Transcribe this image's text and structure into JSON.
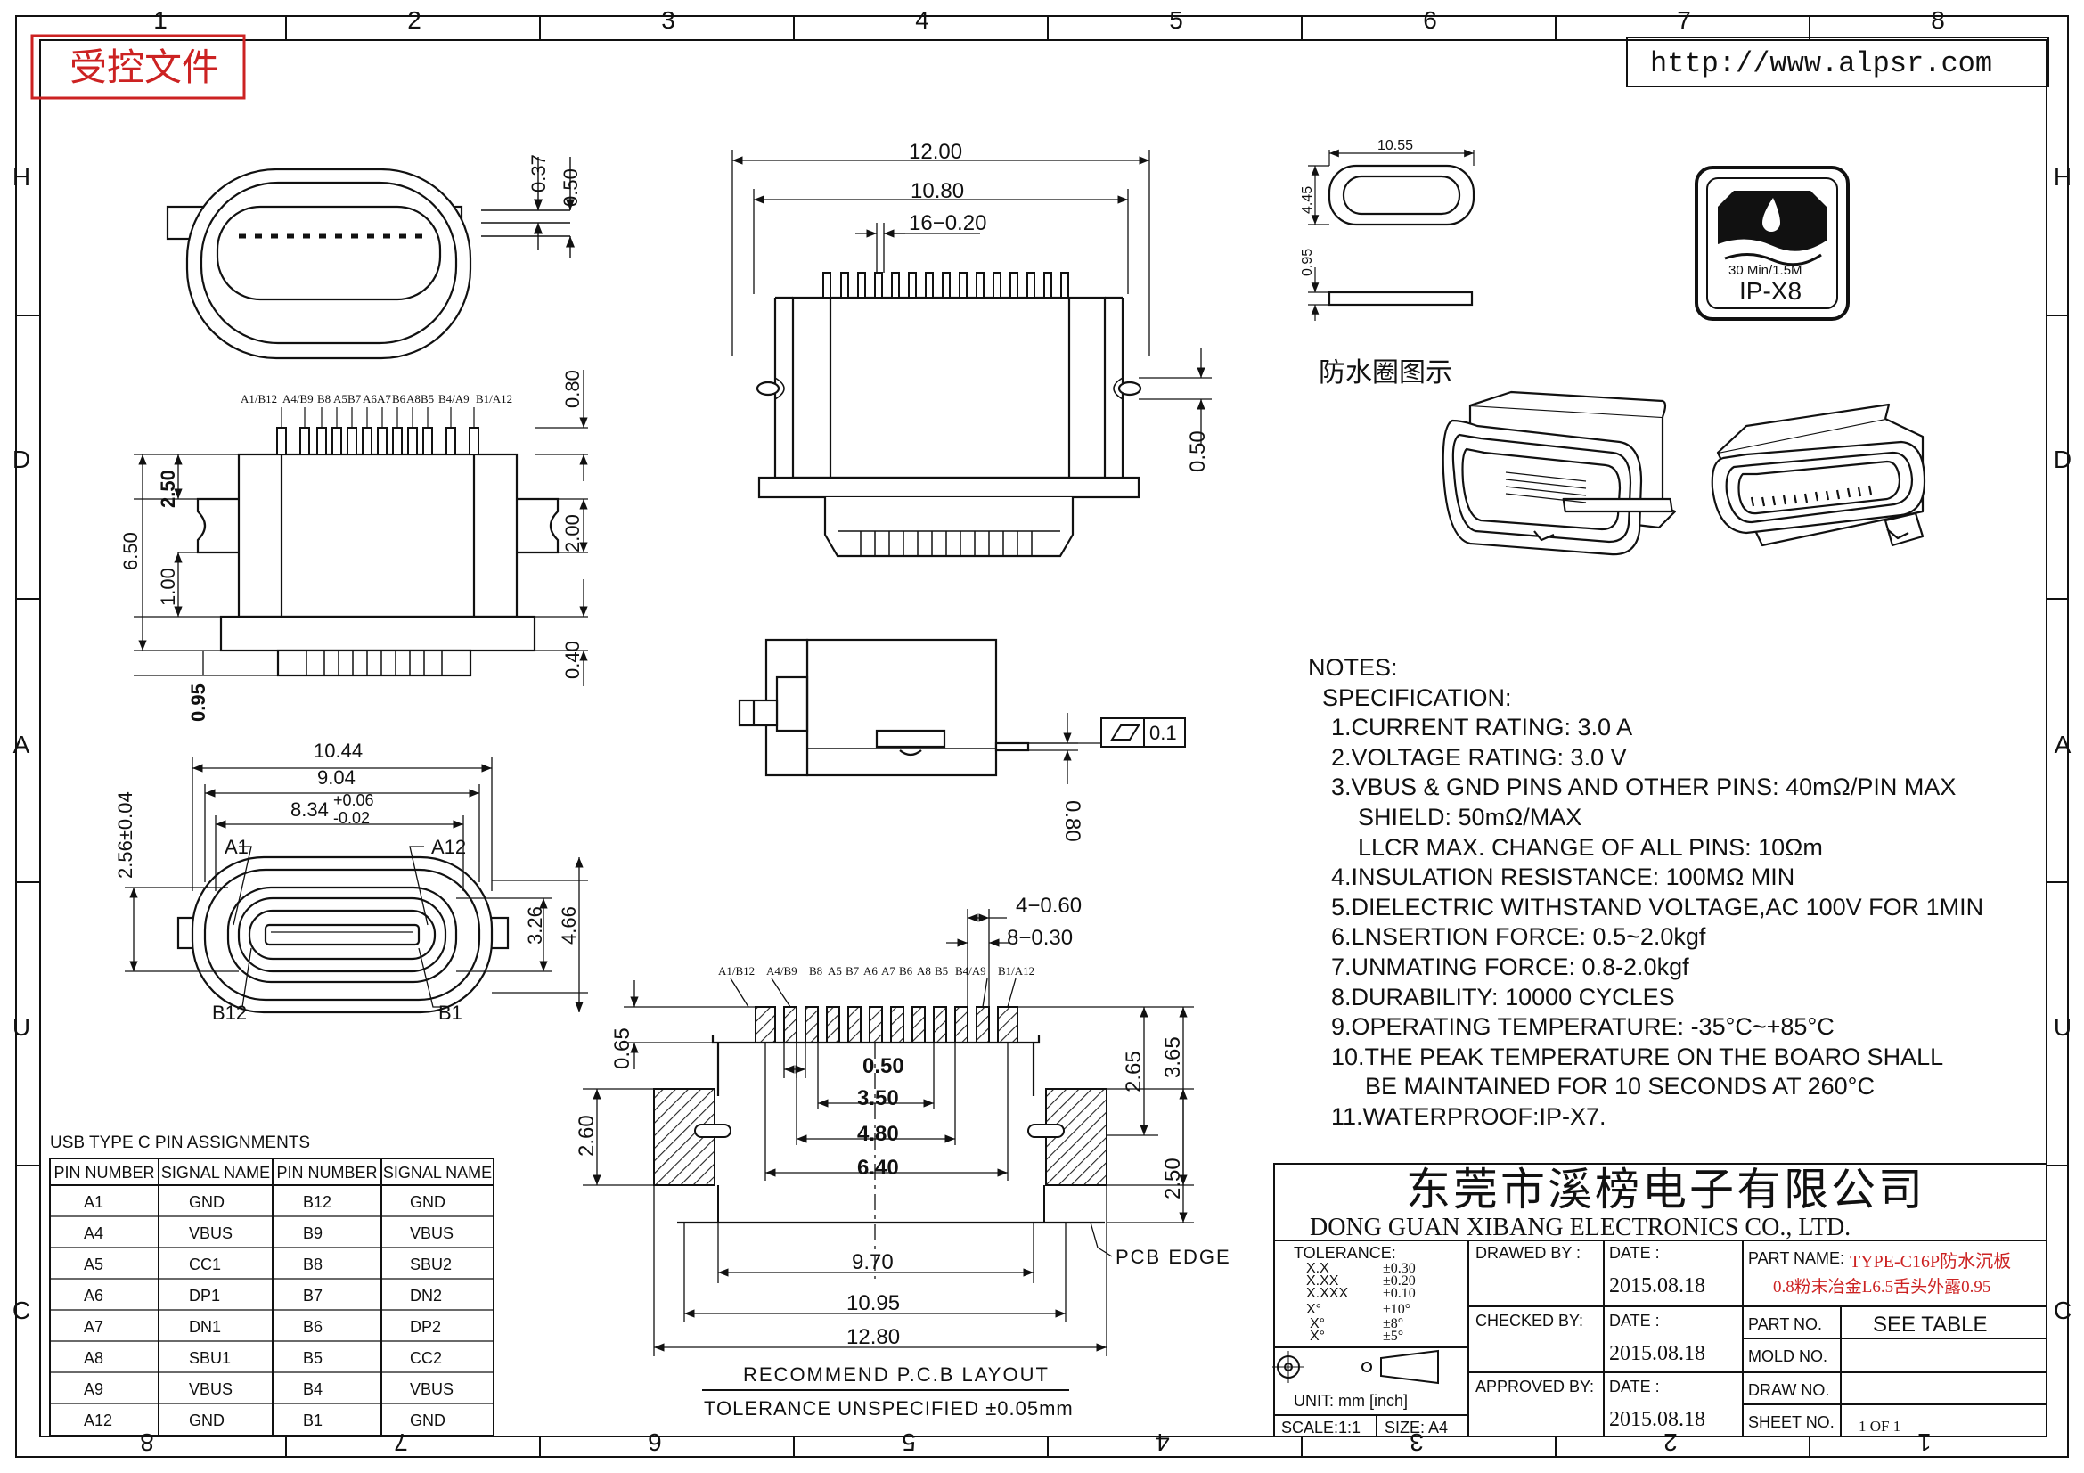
{
  "header": {
    "controlled_doc": "受控文件",
    "url": "http://www.alpsr.com"
  },
  "grid": {
    "cols_top": [
      "1",
      "2",
      "3",
      "4",
      "5",
      "6",
      "7",
      "8"
    ],
    "cols_bottom": [
      "8",
      "7",
      "6",
      "5",
      "4",
      "3",
      "2",
      "1"
    ],
    "rows": [
      "H",
      "D",
      "A",
      "U",
      "C"
    ]
  },
  "top_view": {
    "dims": [
      "0.37",
      "0.50"
    ]
  },
  "pin_header": {
    "labels": [
      "A1/B12",
      "A4/B9",
      "B8",
      "A5",
      "B7",
      "A6",
      "A7",
      "B6",
      "A8",
      "B5",
      "B4/A9",
      "B1/A12"
    ],
    "dims": {
      "d250": "2.50",
      "d650": "6.50",
      "d100": "1.00",
      "d095": "0.95",
      "d080": "0.80",
      "d200": "2.00",
      "d040": "0.40"
    }
  },
  "front_view": {
    "dims": {
      "w1044": "10.44",
      "w904": "9.04",
      "w834": "8.34",
      "tol_plus": "+0.06",
      "tol_minus": "-0.02",
      "h256": "2.56±0.04",
      "h326": "3.26",
      "h466": "4.66"
    },
    "labels": {
      "a1": "A1",
      "a12": "A12",
      "b12": "B12",
      "b1": "B1"
    }
  },
  "side_view": {
    "dims": {
      "w1200": "12.00",
      "w1080": "10.80",
      "pitch": "16−0.20",
      "d050": "0.50"
    }
  },
  "profile_view": {
    "flatness": "0.1",
    "d080": "0.80"
  },
  "pcb_layout": {
    "dims": {
      "p460": "4−0.60",
      "p830": "8−0.30",
      "h065": "0.65",
      "h265": "2.65",
      "h365": "3.65",
      "h260": "2.60",
      "h250": "2.50",
      "w050": "0.50",
      "w350": "3.50",
      "w480": "4.80",
      "w640": "6.40",
      "w970": "9.70",
      "w1095": "10.95",
      "w1280": "12.80"
    },
    "pcb_edge": "PCB EDGE",
    "title": "RECOMMEND P.C.B LAYOUT",
    "tolerance": "TOLERANCE UNSPECIFIED ±0.05mm"
  },
  "gasket": {
    "w": "10.55",
    "h": "4.45",
    "t": "0.95",
    "caption": "防水圈图示"
  },
  "ip_badge": {
    "line1": "30 Min/1.5M",
    "line2": "IP-X8"
  },
  "notes": {
    "title": "NOTES:",
    "spec": "SPECIFICATION:",
    "items": [
      "1.CURRENT RATING: 3.0 A",
      "2.VOLTAGE RATING: 3.0 V",
      "3.VBUS & GND PINS AND OTHER PINS: 40mΩ/PIN MAX",
      "SHIELD: 50mΩ/MAX",
      "LLCR MAX. CHANGE OF ALL PINS: 10Ωm",
      "4.INSULATION RESISTANCE:  100MΩ MIN",
      "5.DIELECTRIC WITHSTAND VOLTAGE,AC 100V FOR 1MIN",
      "6.LNSERTION FORCE: 0.5~2.0kgf",
      "7.UNMATING FORCE: 0.8-2.0kgf",
      "8.DURABILITY: 10000 CYCLES",
      "9.OPERATING TEMPERATURE: -35°C~+85°C",
      "10.THE PEAK TEMPERATURE ON THE BOARO SHALL",
      "BE MAINTAINED FOR 10 SECONDS AT 260°C",
      "11.WATERPROOF:IP-X7."
    ]
  },
  "pin_table": {
    "title": "USB TYPE C PIN ASSIGNMENTS",
    "headers": [
      "PIN NUMBER",
      "SIGNAL NAME",
      "PIN NUMBER",
      "SIGNAL NAME"
    ],
    "rows": [
      [
        "A1",
        "GND",
        "B12",
        "GND"
      ],
      [
        "A4",
        "VBUS",
        "B9",
        "VBUS"
      ],
      [
        "A5",
        "CC1",
        "B8",
        "SBU2"
      ],
      [
        "A6",
        "DP1",
        "B7",
        "DN2"
      ],
      [
        "A7",
        "DN1",
        "B6",
        "DP2"
      ],
      [
        "A8",
        "SBU1",
        "B5",
        "CC2"
      ],
      [
        "A9",
        "VBUS",
        "B4",
        "VBUS"
      ],
      [
        "A12",
        "GND",
        "B1",
        "GND"
      ]
    ]
  },
  "title_block": {
    "company_cn": "东莞市溪榜电子有限公司",
    "company_en": "DONG  GUAN  XIBANG  ELECTRONICS  CO.,  LTD.",
    "tolerance_label": "TOLERANCE:",
    "tol_keys": [
      "X.X",
      "X.XX",
      "X.XXX",
      "X°",
      "X°",
      "X°"
    ],
    "tol_vals": [
      "±0.30",
      "±0.20",
      "±0.10",
      "±10°",
      "±8°",
      "±5°"
    ],
    "unit": "UNIT:  mm  [inch]",
    "scale": "SCALE:1:1",
    "size": "SIZE:  A4",
    "drawn_by": "DRAWED BY :",
    "checked_by": "CHECKED BY:",
    "approved_by": "APPROVED BY:",
    "date_label": "DATE  :",
    "date": "2015.08.18",
    "part_name_label": "PART  NAME:",
    "part_name_1": "TYPE-C16P防水沉板",
    "part_name_2": "0.8粉末冶金L6.5舌头外露0.95",
    "part_no_label": "PART  NO.",
    "part_no": "SEE  TABLE",
    "mold_no_label": "MOLD  NO.",
    "draw_no_label": "DRAW  NO.",
    "sheet_no_label": "SHEET  NO.",
    "sheet_no": "1  OF  1"
  }
}
